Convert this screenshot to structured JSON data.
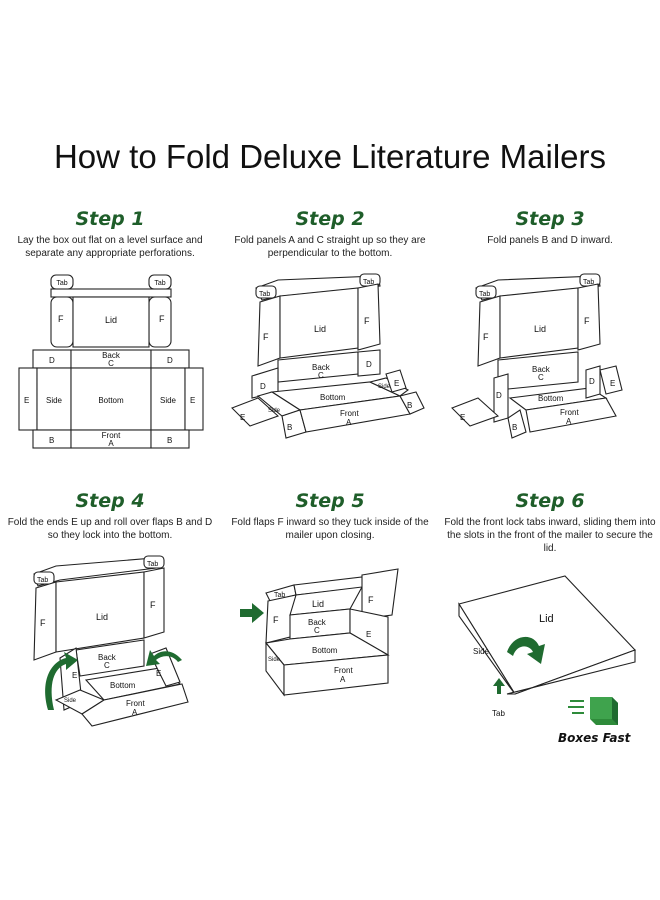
{
  "title": "How to Fold Deluxe Literature Mailers",
  "colors": {
    "accent": "#1f5e2a",
    "arrow": "#1f6b30",
    "logo": "#2e8b3a"
  },
  "steps": [
    {
      "title": "Step 1",
      "desc": "Lay the box out flat on a level surface and separate any appropriate perforations."
    },
    {
      "title": "Step 2",
      "desc": "Fold panels A and C straight up so they are perpendicular to the bottom."
    },
    {
      "title": "Step 3",
      "desc": "Fold panels B and D inward."
    },
    {
      "title": "Step 4",
      "desc": "Fold the ends E up and roll over flaps B and D so they lock into the bottom."
    },
    {
      "title": "Step 5",
      "desc": "Fold flaps F inward so they tuck inside of the mailer upon closing."
    },
    {
      "title": "Step 6",
      "desc": "Fold the front lock tabs inward, sliding them into the slots in the front of the mailer to secure the lid."
    }
  ],
  "labels": {
    "tab": "Tab",
    "lid": "Lid",
    "f": "F",
    "d": "D",
    "back": "Back",
    "c": "C",
    "e": "E",
    "side": "Side",
    "bottom": "Bottom",
    "b": "B",
    "front": "Front",
    "a": "A"
  },
  "brand": {
    "name": "Boxes Fast",
    "icon": "green-box-logo-icon"
  }
}
